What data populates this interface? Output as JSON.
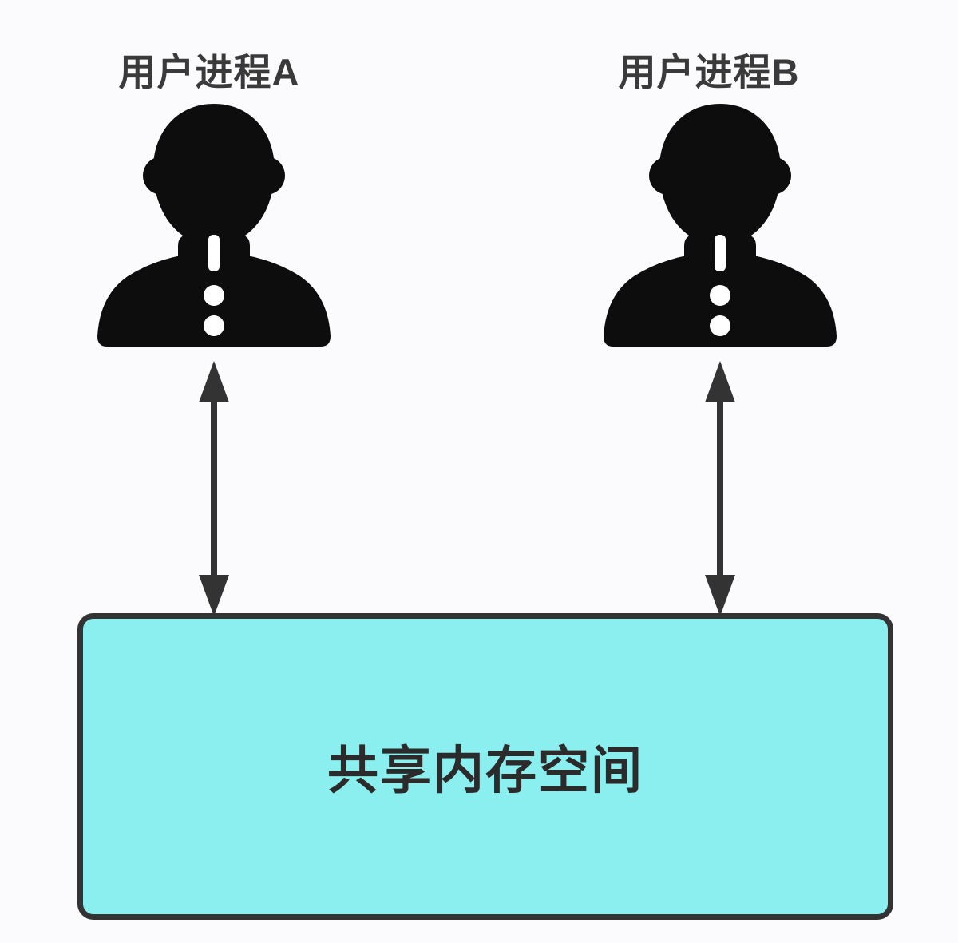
{
  "diagram": {
    "background": "#fbfbfd",
    "process_a": {
      "label": "用户进程A",
      "icon": "user-icon"
    },
    "process_b": {
      "label": "用户进程B",
      "icon": "user-icon"
    },
    "shared_memory": {
      "label": "共享内存空间"
    },
    "connections": [
      {
        "from": "用户进程A",
        "to": "共享内存空间",
        "style": "double-headed-arrow"
      },
      {
        "from": "用户进程B",
        "to": "共享内存空间",
        "style": "double-headed-arrow"
      }
    ],
    "colors": {
      "icon": "#0d0d0d",
      "arrow": "#333333",
      "box_fill": "#8BEFF0",
      "box_border": "#333333",
      "label_text": "#3a3a3a",
      "box_text": "#2b2b2b"
    }
  }
}
